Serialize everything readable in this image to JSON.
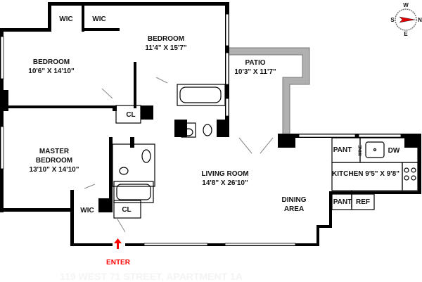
{
  "rooms": {
    "wic1": "WIC",
    "wic2": "WIC",
    "bedroom_top_name": "BEDROOM",
    "bedroom_top_dim": "11'4\" X 15'7\"",
    "bedroom_left_name": "BEDROOM",
    "bedroom_left_dim": "10'6\" X 14'10\"",
    "patio_name": "PATIO",
    "patio_dim": "10'3\" X 11'7\"",
    "cl1": "CL",
    "cl2": "CL",
    "master_name": "MASTER",
    "master_name2": "BEDROOM",
    "master_dim": "13'10\" X 14'10\"",
    "living_name": "LIVING ROOM",
    "living_dim": "14'8\" X 26'10\"",
    "dining_name": "DINING",
    "dining_name2": "AREA",
    "kitchen": "KITCHEN 9'5\" X 9'8\"",
    "pant1": "PANT",
    "pant2": "PANT",
    "wine": "WINE",
    "dw": "DW",
    "ref": "REF",
    "wic3": "WIC"
  },
  "entry": {
    "label": "ENTER",
    "color": "#ff0000"
  },
  "compass": {
    "n": "N",
    "s": "S",
    "e": "E",
    "w": "W",
    "needle_color": "#e00000"
  },
  "watermark": "119 WEST 71 STREET, APARTMENT 1A",
  "colors": {
    "walls": "#000000",
    "patio": "#b0b0b0"
  }
}
